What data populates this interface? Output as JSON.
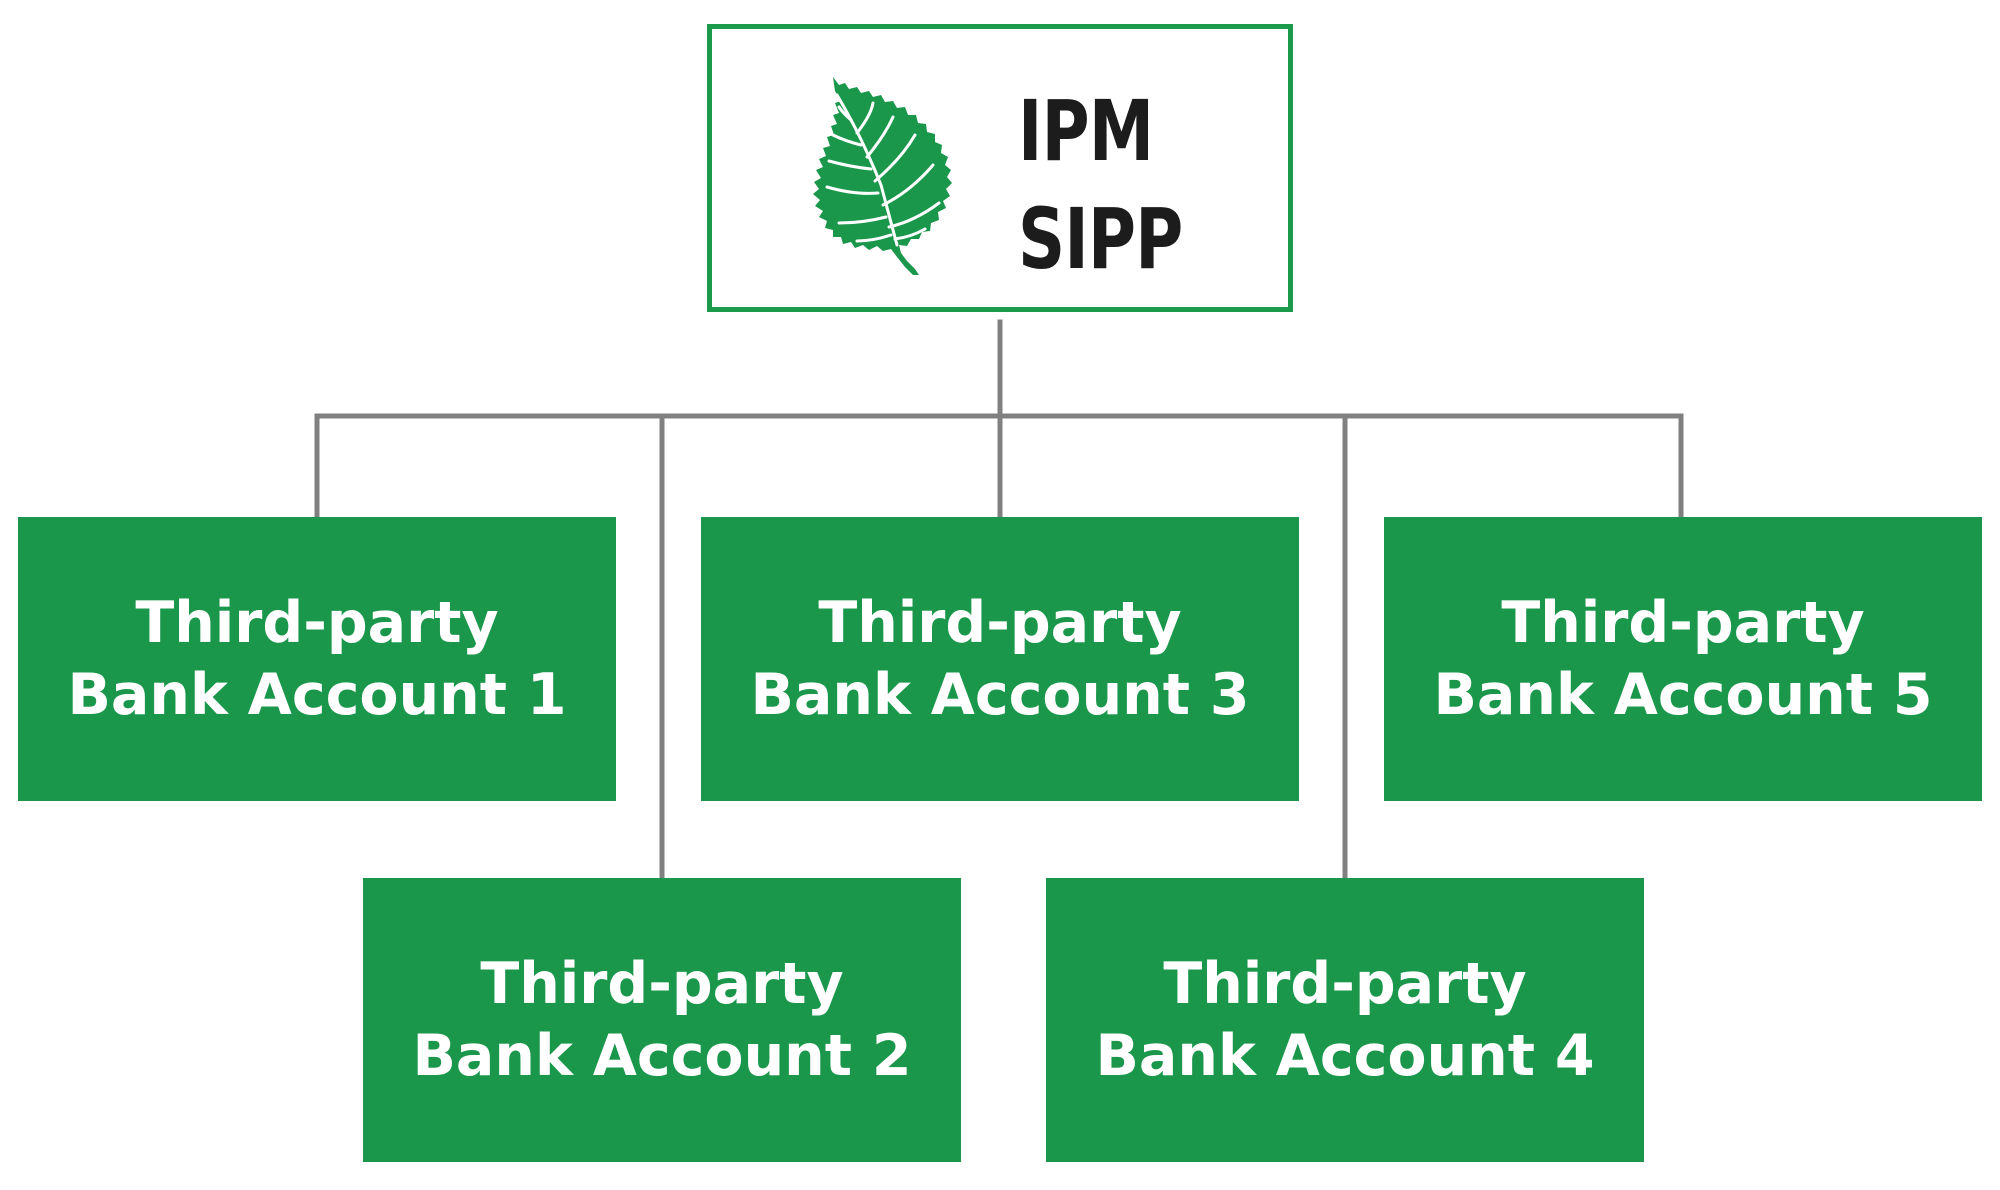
{
  "root": {
    "line1": "IPM",
    "line2": "SIPP",
    "logo_icon": "birch-leaf-icon"
  },
  "accounts": [
    {
      "line1": "Third-party",
      "line2": "Bank Account 1"
    },
    {
      "line1": "Third-party",
      "line2": "Bank Account 2"
    },
    {
      "line1": "Third-party",
      "line2": "Bank Account 3"
    },
    {
      "line1": "Third-party",
      "line2": "Bank Account 4"
    },
    {
      "line1": "Third-party",
      "line2": "Bank Account 5"
    }
  ],
  "colors": {
    "brand_green": "#1a974b",
    "connector_gray": "#808080",
    "title_text": "#1c1c1c",
    "box_text": "#ffffff"
  }
}
